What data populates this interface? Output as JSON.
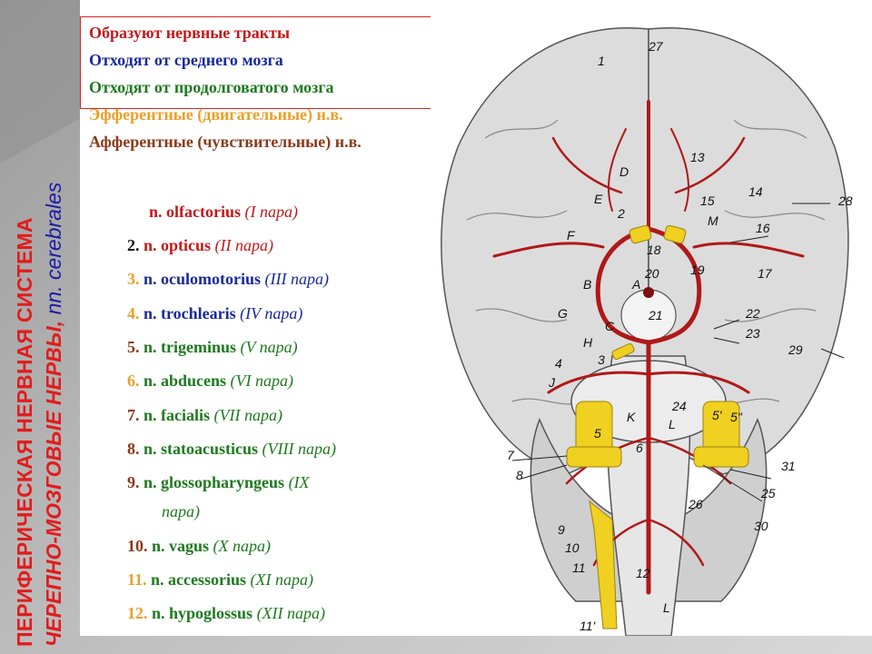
{
  "side_titles": {
    "main": "ПЕРИФЕРИЧЕСКАЯ НЕРВНАЯ СИСТЕМА",
    "secondary": "ЧЕРЕПНО-МОЗГОВЫЕ НЕРВЫ,",
    "latin": "nn. cerebrales"
  },
  "legend": [
    {
      "text": "Образуют нервные тракты",
      "color": "#c21a1a"
    },
    {
      "text": "Отходят от среднего мозга",
      "color": "#1a2a9a"
    },
    {
      "text": "Отходят от продолговатого мозга",
      "color": "#1e7a1e"
    },
    {
      "text": "Эфферентные (двигательные) н.в.",
      "color": "#e8a028"
    },
    {
      "text": "Афферентные (чувствительные) н.в.",
      "color": "#8a3a1a"
    }
  ],
  "nerves": [
    {
      "num": "",
      "name": "n. olfactorius",
      "pair": "(I пара)"
    },
    {
      "num": "2.",
      "name": "n. opticus",
      "pair": "(II пара)"
    },
    {
      "num": "3.",
      "name": "n. oculomotorius",
      "pair": "(III пара)"
    },
    {
      "num": "4.",
      "name": "n. trochlearis",
      "pair": "(IV пара)"
    },
    {
      "num": "5.",
      "name": "n. trigeminus",
      "pair": "(V пара)"
    },
    {
      "num": "6.",
      "name": "n. abducens",
      "pair": "(VI пара)"
    },
    {
      "num": "7.",
      "name": "n. facialis",
      "pair": "(VII пара)"
    },
    {
      "num": "8.",
      "name": "n. statoacusticus",
      "pair": "(VIII пара)"
    },
    {
      "num": "9.",
      "name": "n. glossopharyngeus",
      "pair": "(IX",
      "pair2": "пара)"
    },
    {
      "num": "10.",
      "name": "n. vagus",
      "pair": "(X пара)"
    },
    {
      "num": "11.",
      "name": "n. accessorius",
      "pair": "(XI пара)"
    },
    {
      "num": "12.",
      "name": "n. hypoglossus",
      "pair": "(XII пара)"
    }
  ],
  "diagram_labels": {
    "l1": "1",
    "l2": "2",
    "l3": "3",
    "l4": "4",
    "l5": "5",
    "l5a": "5'",
    "l5b": "5\"",
    "l6": "6",
    "l7": "7",
    "l8": "8",
    "l9": "9",
    "l10": "10",
    "l11": "11",
    "l11b": "11'",
    "l12": "12",
    "l13": "13",
    "l14": "14",
    "l15": "15",
    "l16": "16",
    "l17": "17",
    "l18": "18",
    "l19": "19",
    "l20": "20",
    "l21": "21",
    "l22": "22",
    "l23": "23",
    "l24": "24",
    "l25": "25",
    "l26": "26",
    "l27": "27",
    "l28": "28",
    "l29": "29",
    "l30": "30",
    "l31": "31",
    "lA": "A",
    "lB": "B",
    "lC": "C",
    "lD": "D",
    "lE": "E",
    "lF": "F",
    "lG": "G",
    "lH": "H",
    "lJ": "J",
    "lK": "K",
    "lL": "L",
    "lL2": "L",
    "lM": "M"
  }
}
